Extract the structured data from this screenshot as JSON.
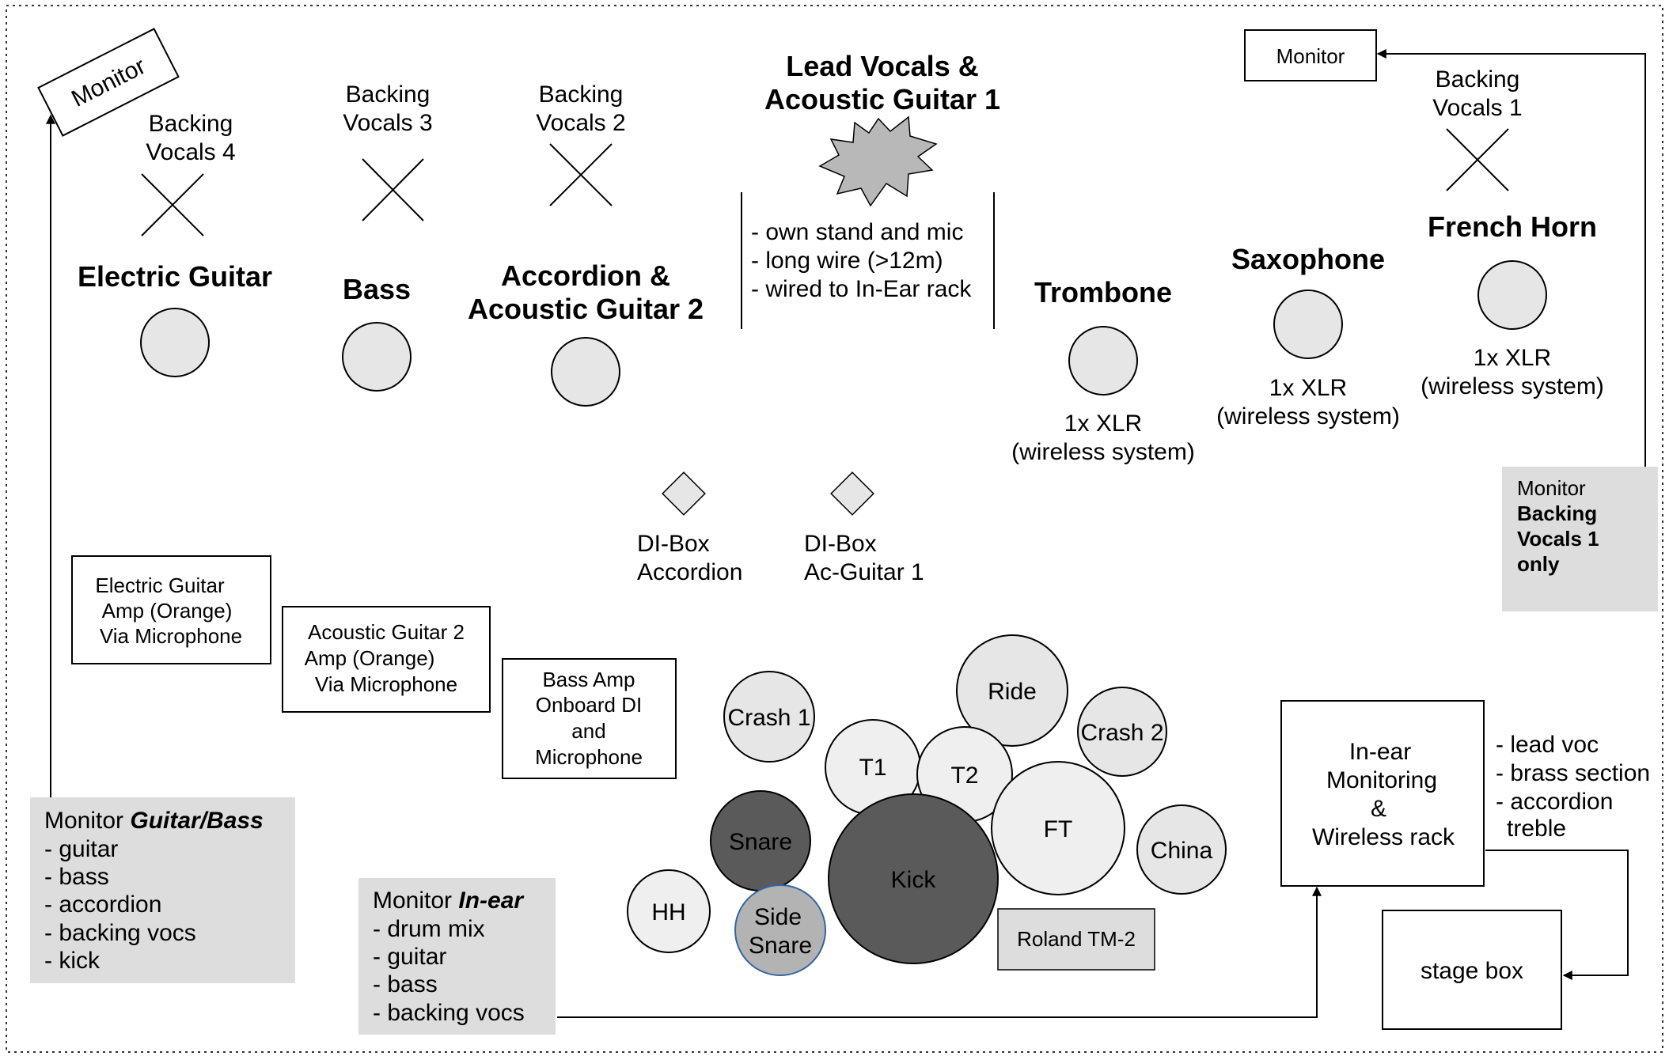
{
  "performers": {
    "lead": {
      "line1": "Lead Vocals &",
      "line2": "Acoustic Guitar 1"
    },
    "lead_notes": [
      "- own stand and mic",
      "- long wire (>12m)",
      "- wired to In-Ear rack"
    ],
    "electric_guitar": "Electric Guitar",
    "bass": "Bass",
    "accordion": {
      "line1": "Accordion &",
      "line2": "Acoustic Guitar 2"
    },
    "trombone": "Trombone",
    "saxophone": "Saxophone",
    "french_horn": "French Horn",
    "xlr_wireless": {
      "line1": "1x XLR",
      "line2": "(wireless system)"
    }
  },
  "backing_vocals": {
    "bv4": {
      "line1": "Backing",
      "line2": "Vocals 4"
    },
    "bv3": {
      "line1": "Backing",
      "line2": "Vocals 3"
    },
    "bv2": {
      "line1": "Backing",
      "line2": "Vocals 2"
    },
    "bv1": {
      "line1": "Backing",
      "line2": "Vocals 1"
    }
  },
  "monitors": {
    "top_left": "Monitor",
    "top_right": "Monitor",
    "backing_vocals_1": {
      "line1": "Monitor",
      "line2": "Backing",
      "line3": "Vocals 1",
      "line4": "only"
    },
    "guitar_bass": {
      "title_plain": "Monitor ",
      "title_emph": "Guitar/Bass",
      "items": [
        "- guitar",
        "- bass",
        "- accordion",
        "- backing vocs",
        "- kick"
      ]
    },
    "in_ear": {
      "title_plain": "Monitor ",
      "title_emph": "In-ear",
      "items": [
        "- drum mix",
        "- guitar",
        "- bass",
        "- backing vocs"
      ]
    }
  },
  "di_boxes": {
    "accordion": {
      "line1": "DI-Box",
      "line2": "Accordion"
    },
    "guitar": {
      "line1": "DI-Box",
      "line2": "Ac-Guitar 1"
    }
  },
  "amps": {
    "electric": [
      "Electric Guitar",
      "Amp (Orange)",
      "Via Microphone"
    ],
    "acoustic": [
      "Acoustic Guitar 2",
      "Amp (Orange)",
      "Via Microphone"
    ],
    "bass": [
      "Bass Amp",
      "Onboard DI",
      "and",
      "Microphone"
    ]
  },
  "drums": {
    "crash1": "Crash 1",
    "ride": "Ride",
    "crash2": "Crash 2",
    "t1": "T1",
    "t2": "T2",
    "snare": "Snare",
    "kick": "Kick",
    "ft": "FT",
    "china": "China",
    "hh": "HH",
    "side_snare": {
      "line1": "Side",
      "line2": "Snare"
    },
    "roland": "Roland TM-2"
  },
  "rack": {
    "lines": [
      "In-ear",
      "Monitoring",
      "&",
      "Wireless rack"
    ],
    "notes": [
      "- lead voc",
      "- brass section",
      "- accordion",
      "treble"
    ]
  },
  "stage_box": "stage box",
  "colors": {
    "light_fill": "#e6e6e6",
    "box_fill": "#dddddd",
    "dark_drum": "#5a5a5a",
    "side_snare": "#b3b3b3",
    "side_snare_stroke": "#3465a4"
  }
}
